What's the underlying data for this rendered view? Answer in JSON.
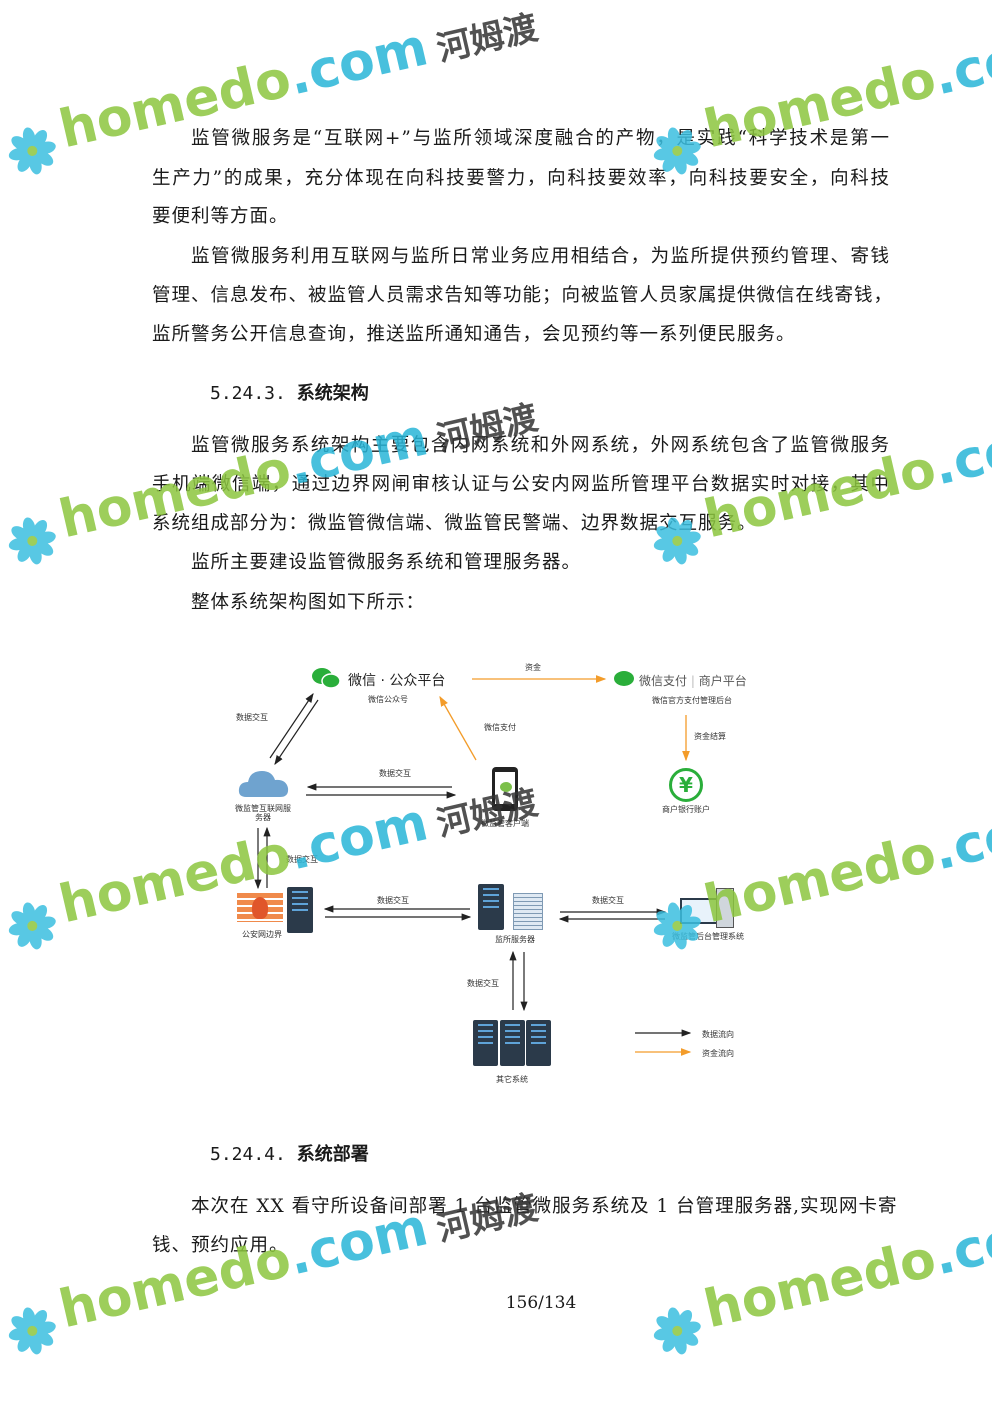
{
  "paragraphs": [
    [
      "监管微服务是“互联网+”与监所领域深度融合的产物，是实践“科学技术是第一",
      "生产力”的成果，充分体现在向科技要警力，向科技要效率，向科技要安全，向科技",
      "要便利等方面。"
    ],
    [
      "监管微服务利用互联网与监所日常业务应用相结合，为监所提供预约管理、寄钱",
      "管理、信息发布、被监管人员需求告知等功能；向被监管人员家属提供微信在线寄钱，",
      "监所警务公开信息查询，推送监所通知通告，会见预约等一系列便民服务。"
    ],
    [
      "监管微服务系统架构主要包含内网系统和外网系统，外网系统包含了监管微服务",
      "手机端微信端，通过边界网闸审核认证与公安内网监所管理平台数据实时对接，其中",
      "系统组成部分为：微监管微信端、微监管民警端、边界数据交互服务。"
    ],
    [
      "监所主要建设监管微服务系统和管理服务器。"
    ],
    [
      "整体系统架构图如下所示："
    ],
    [
      "本次在 XX 看守所设备间部署 1 台监管微服务系统及 1 台管理服务器,实现网卡寄",
      "钱、预约应用。"
    ]
  ],
  "headings": [
    {
      "num": "5.24.3.",
      "title": "系统架构"
    },
    {
      "num": "5.24.4.",
      "title": "系统部署"
    }
  ],
  "diagram": {
    "wechat_title": "微信 · 公众平台",
    "wechat_sub": "微信公众号",
    "pay_title": "微信支付",
    "pay_sep": "|",
    "pay_merchant": "商户平台",
    "pay_sub": "微信官方支付管理后台",
    "funds": "资金",
    "settlement": "资金结算",
    "bank": "商户银行账户",
    "yen": "¥",
    "cloud_l1": "微监管互联网服",
    "cloud_l2": "务器",
    "wechat_pay": "微信支付",
    "client": "微监管客户端",
    "data_exchange": "数据交互",
    "firewall": "公安网边界",
    "jail_server": "监所服务器",
    "admin": "微监管后台管理系统",
    "other": "其它系统",
    "legend_data": "数据流向",
    "legend_funds": "资金流向",
    "colors": {
      "orange": "#f39c2a",
      "green": "#2aae3a",
      "dark": "#222222"
    }
  },
  "watermark": {
    "a": "homedo",
    ".com": ".com",
    "b": ".com",
    "c": "河姆渡"
  },
  "page_number": "156/134"
}
